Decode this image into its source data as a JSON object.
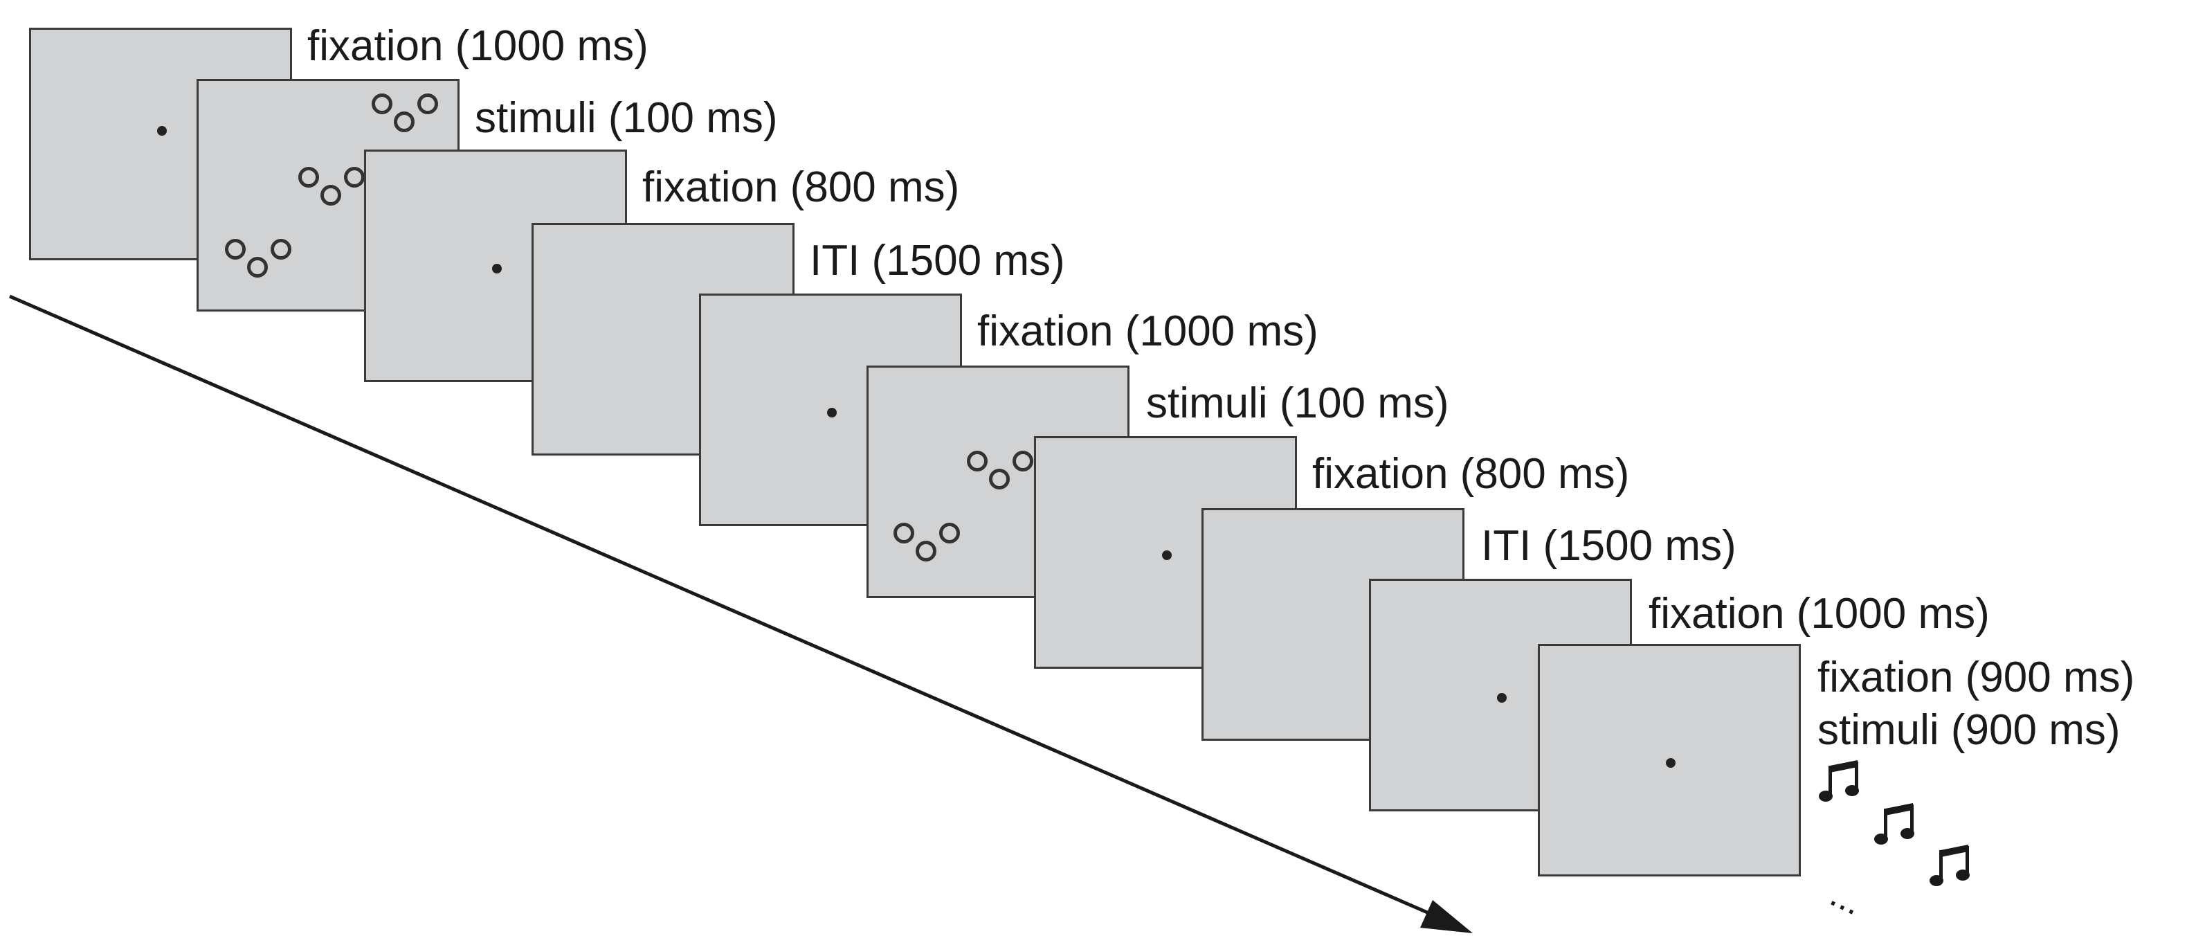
{
  "frames": [
    {
      "label": "fixation (1000 ms)",
      "content": "fixation-dot"
    },
    {
      "label": "stimuli (100 ms)",
      "content": "circle-triplets"
    },
    {
      "label": "fixation (800 ms)",
      "content": "fixation-dot"
    },
    {
      "label": "ITI (1500 ms)",
      "content": "blank"
    },
    {
      "label": "fixation (1000 ms)",
      "content": "fixation-dot"
    },
    {
      "label": "stimuli (100 ms)",
      "content": "circle-triplets"
    },
    {
      "label": "fixation (800 ms)",
      "content": "fixation-dot"
    },
    {
      "label": "ITI (1500 ms)",
      "content": "blank"
    },
    {
      "label": "fixation (1000 ms)",
      "content": "fixation-dot"
    },
    {
      "label": "fixation (900 ms)",
      "label2": "stimuli (900 ms)",
      "content": "fixation-dot"
    }
  ],
  "sound_icons": [
    "music-note-icon",
    "music-note-icon",
    "music-note-icon"
  ],
  "continuation": "...",
  "colors": {
    "screen": "#d1d2d4",
    "border": "#3a3a3a",
    "ink": "#1a1a1a"
  }
}
